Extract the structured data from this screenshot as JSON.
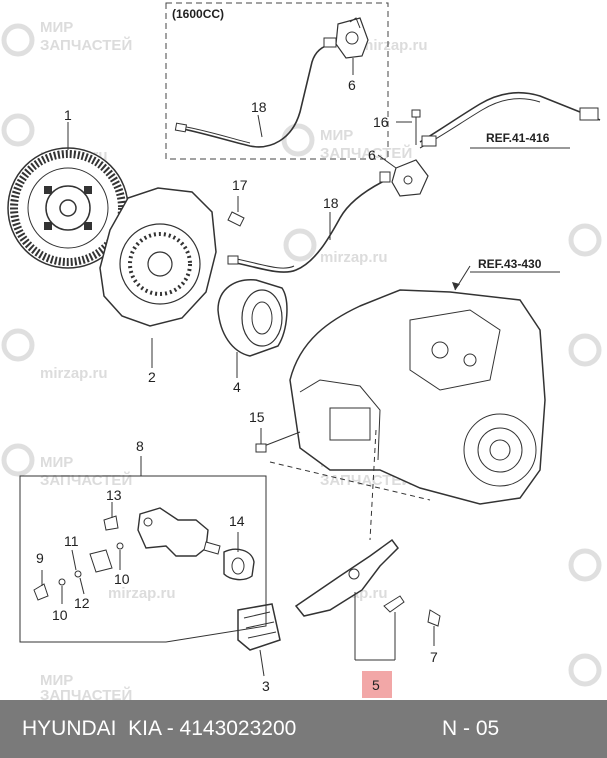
{
  "callouts": {
    "c1": "1",
    "c2": "2",
    "c3": "3",
    "c4": "4",
    "c5": "5",
    "c6a": "6",
    "c6b": "6",
    "c7": "7",
    "c8": "8",
    "c9": "9",
    "c10a": "10",
    "c10b": "10",
    "c11": "11",
    "c12": "12",
    "c13": "13",
    "c14": "14",
    "c15": "15",
    "c16": "16",
    "c17": "17",
    "c18a": "18",
    "c18b": "18"
  },
  "variant_label": "(1600CC)",
  "refs": {
    "r1": "REF.41-416",
    "r2": "REF.43-430"
  },
  "highlight_color": "#f2a7a7",
  "watermark": {
    "line1": "МИР",
    "line2": "ЗАПЧАСТЕЙ",
    "url": "mirzap.ru"
  },
  "footer": {
    "left": "HYUNDAI  KIA - 4143023200",
    "right": "N - 05"
  }
}
